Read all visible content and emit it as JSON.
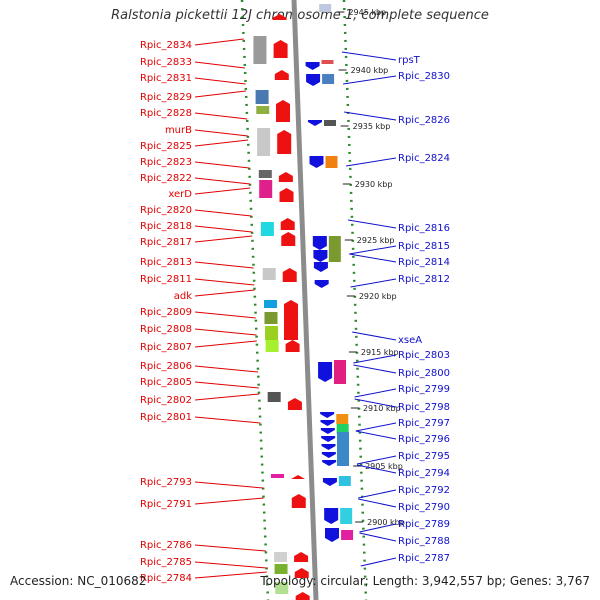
{
  "title": "Ralstonia pickettii 12J chromosome 1, complete sequence",
  "footer": {
    "accession": "Accession: NC_010682",
    "topology": "Topology: circular; Length: 3,942,557 bp; Genes: 3,767"
  },
  "colors": {
    "left_labels": "#e00000",
    "right_labels": "#1010cc",
    "forward_gene": "#ee1111",
    "reverse_gene": "#1111dd",
    "backbone": "#8c8c8c",
    "tick": "#2a8a2a"
  },
  "left_genes": [
    "Rpic_2834",
    "Rpic_2833",
    "Rpic_2831",
    "Rpic_2829",
    "Rpic_2828",
    "murB",
    "Rpic_2825",
    "Rpic_2823",
    "Rpic_2822",
    "xerD",
    "Rpic_2820",
    "Rpic_2818",
    "Rpic_2817",
    "Rpic_2813",
    "Rpic_2811",
    "adk",
    "Rpic_2809",
    "Rpic_2808",
    "Rpic_2807",
    "Rpic_2806",
    "Rpic_2805",
    "Rpic_2802",
    "Rpic_2801",
    "Rpic_2793",
    "Rpic_2791",
    "Rpic_2786",
    "Rpic_2785",
    "Rpic_2784"
  ],
  "right_genes": [
    "rpsT",
    "Rpic_2830",
    "Rpic_2826",
    "Rpic_2824",
    "Rpic_2816",
    "Rpic_2815",
    "Rpic_2814",
    "Rpic_2812",
    "xseA",
    "Rpic_2803",
    "Rpic_2800",
    "Rpic_2799",
    "Rpic_2798",
    "Rpic_2797",
    "Rpic_2796",
    "Rpic_2795",
    "Rpic_2794",
    "Rpic_2792",
    "Rpic_2790",
    "Rpic_2789",
    "Rpic_2788",
    "Rpic_2787"
  ],
  "scale_labels": [
    "2945 kbp",
    "2940 kbp",
    "2935 kbp",
    "2930 kbp",
    "2925 kbp",
    "2920 kbp",
    "2915 kbp",
    "2910 kbp",
    "2905 kbp",
    "2900 kbp"
  ]
}
